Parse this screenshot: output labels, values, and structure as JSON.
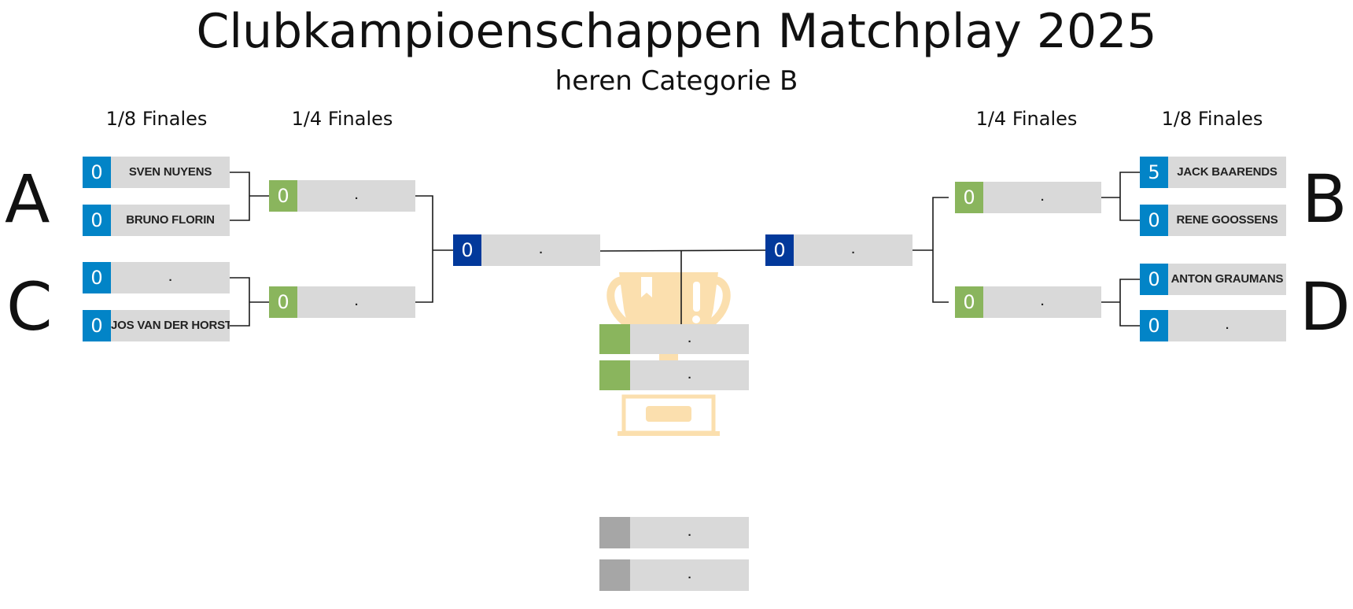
{
  "title": "Clubkampioenschappen Matchplay 2025",
  "subtitle": "heren Categorie B",
  "round_labels": {
    "left_r16": "1/8 Finales",
    "left_qf": "1/4 Finales",
    "right_qf": "1/4 Finales",
    "right_r16": "1/8 Finales"
  },
  "groups": {
    "a": "A",
    "b": "B",
    "c": "C",
    "d": "D"
  },
  "colors": {
    "round16_score": "#0284c7",
    "quarter_score": "#8ab55d",
    "semi_score": "#02399b",
    "third_place_score": "#a6a6a6",
    "name_bg": "#d9d9d9",
    "trophy": "#fbdfae"
  },
  "trophy_icon": "trophy-icon",
  "left": {
    "r16": [
      {
        "score": "0",
        "name": "SVEN NUYENS"
      },
      {
        "score": "0",
        "name": "BRUNO FLORIN"
      },
      {
        "score": "0",
        "name": "."
      },
      {
        "score": "0",
        "name": "JOS VAN DER HORST"
      }
    ],
    "qf": [
      {
        "score": "0",
        "name": "."
      },
      {
        "score": "0",
        "name": "."
      }
    ],
    "sf": {
      "score": "0",
      "name": "."
    }
  },
  "right": {
    "r16": [
      {
        "score": "5",
        "name": "JACK BAARENDS"
      },
      {
        "score": "0",
        "name": "RENE GOOSSENS"
      },
      {
        "score": "0",
        "name": "ANTON GRAUMANS"
      },
      {
        "score": "0",
        "name": "."
      }
    ],
    "qf": [
      {
        "score": "0",
        "name": "."
      },
      {
        "score": "0",
        "name": "."
      }
    ],
    "sf": {
      "score": "0",
      "name": "."
    }
  },
  "final": [
    {
      "score": "",
      "name": "."
    },
    {
      "score": "",
      "name": "."
    }
  ],
  "third_place": [
    {
      "score": "",
      "name": "."
    },
    {
      "score": "",
      "name": "."
    }
  ]
}
